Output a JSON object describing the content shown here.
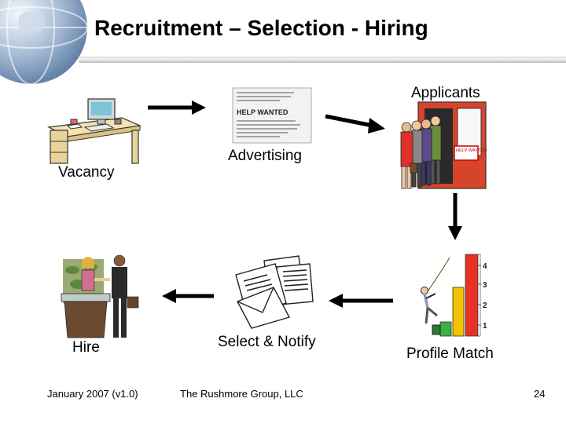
{
  "slide": {
    "title": "Recruitment – Selection - Hiring",
    "page_number": "24"
  },
  "footer": {
    "date_version": "January 2007 (v1.0)",
    "company": "The Rushmore Group, LLC"
  },
  "steps": {
    "vacancy": "Vacancy",
    "advertising": "Advertising",
    "applicants": "Applicants",
    "profile_match": "Profile Match",
    "select_notify": "Select & Notify",
    "hire": "Hire"
  },
  "advertising_image": {
    "headline": "HELP WANTED"
  },
  "applicants_image": {
    "sign": "HELP WANTED"
  },
  "profile_chart": {
    "ticks": [
      "1",
      "2",
      "3",
      "4"
    ]
  },
  "colors": {
    "arrow": "#000000",
    "bar_green": "#3cb043",
    "bar_yellow": "#f2c200",
    "bar_red": "#e53224",
    "globe": "#7f9fc4"
  }
}
